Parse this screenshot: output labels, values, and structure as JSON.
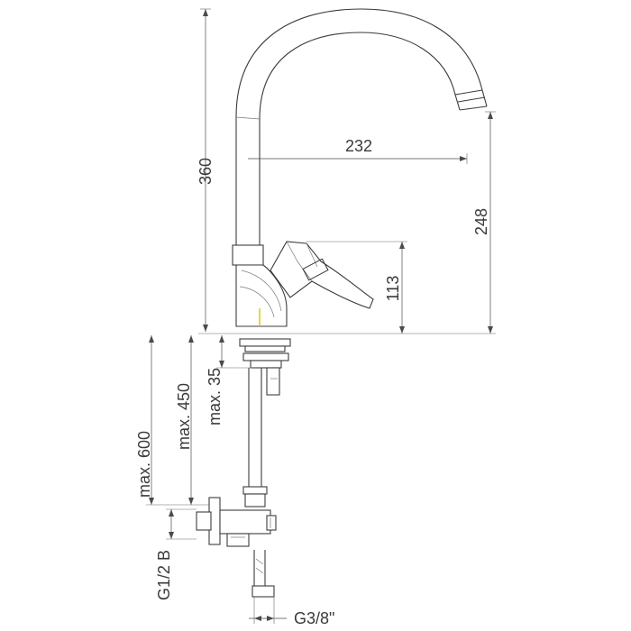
{
  "dimensions": {
    "height_total": "360",
    "reach": "232",
    "spout_height": "248",
    "handle_height": "113",
    "hose_max": "max. 600",
    "hose_length": "max. 450",
    "deck_thickness": "max. 35",
    "supply_thread": "G1/2 B",
    "hose_thread": "G3/8\""
  },
  "colors": {
    "line": "#3c3c3c",
    "accent": "#d8c800"
  }
}
